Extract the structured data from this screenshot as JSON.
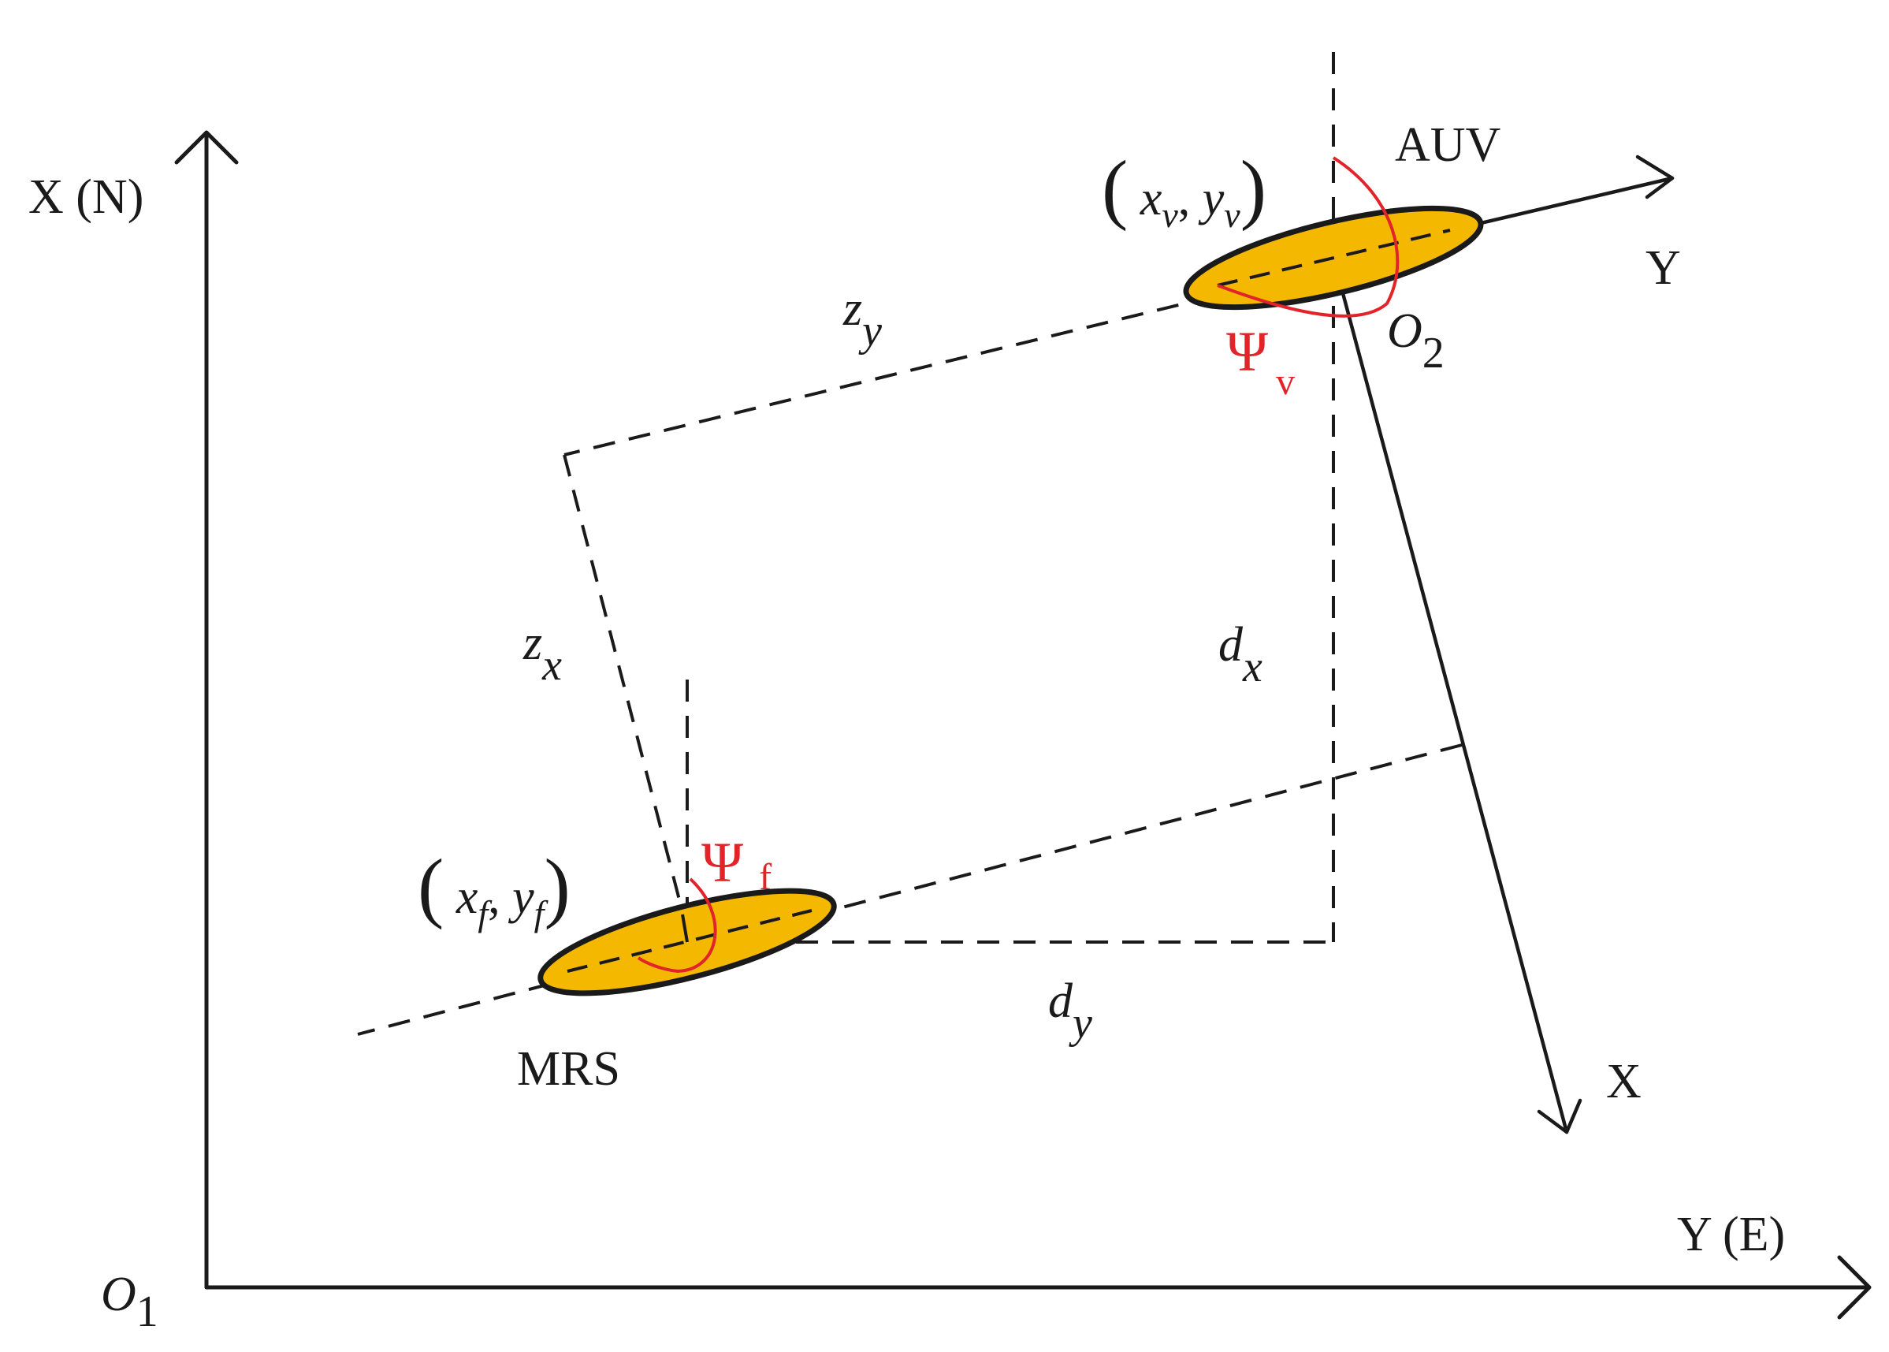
{
  "global_axes": {
    "north_label": "X (N)",
    "east_label": "Y (E)",
    "origin": {
      "base": "O",
      "sub": "1"
    }
  },
  "body_frame": {
    "x_label": "X",
    "y_label": "Y",
    "origin": {
      "base": "O",
      "sub": "2"
    }
  },
  "auv": {
    "name": "AUV",
    "position": {
      "open": "(",
      "x": "x",
      "x_sub": "v",
      "comma": ",",
      "y": "y",
      "y_sub": "v",
      "close": ")"
    },
    "heading": {
      "symbol": "Ψ",
      "sub": "v"
    }
  },
  "mrs": {
    "name": "MRS",
    "position": {
      "open": "(",
      "x": "x",
      "x_sub": "f",
      "comma": ",",
      "y": "y",
      "y_sub": "f",
      "close": ")"
    },
    "heading": {
      "symbol": "Ψ",
      "sub": "f"
    }
  },
  "distances": {
    "z_x": {
      "base": "z",
      "sub": "x"
    },
    "z_y": {
      "base": "z",
      "sub": "y"
    },
    "d_x": {
      "base": "d",
      "sub": "x"
    },
    "d_y": {
      "base": "d",
      "sub": "y"
    }
  },
  "colors": {
    "vehicle_fill": "#f5b800",
    "heading_arc": "#e2232a",
    "lines": "#1a1a1a"
  }
}
